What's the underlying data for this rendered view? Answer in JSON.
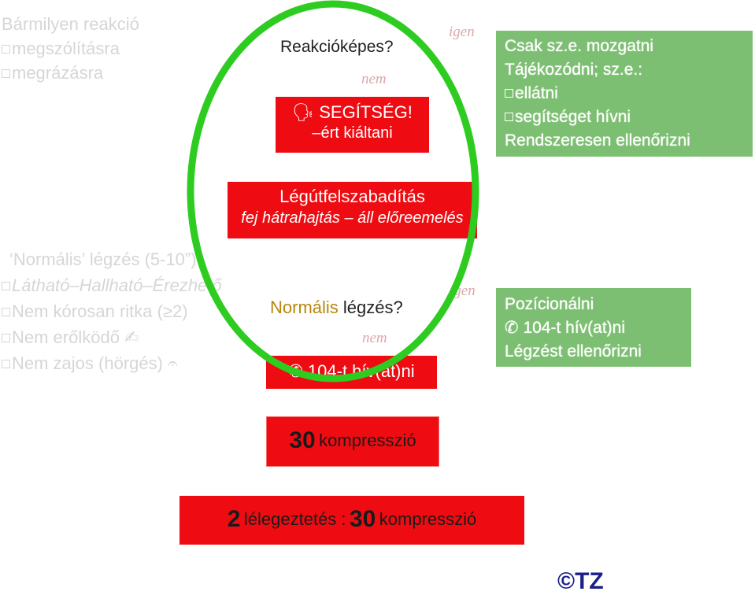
{
  "top_left": {
    "line1": "Bármilyen reakció",
    "line2": "megszólításra",
    "line3": "megrázásra"
  },
  "q1": {
    "question": "Reakcióképes?",
    "yes": "igen",
    "no": "nem",
    "help_title": "SEGÍTSÉG!",
    "help_sub": "–ért kiáltani"
  },
  "green1": {
    "line1": "Csak sz.e. mozgatni",
    "line2": "Tájékozódni; sz.e.:",
    "line3": "ellátni",
    "line4": "segítséget hívni",
    "line5": "Rendszeresen ellenőrizni"
  },
  "airway": {
    "title": "Légútfelszabadítás",
    "sub": "fej hátrahajtás – áll előreemelés"
  },
  "mid_left": {
    "line1": "‘Normális’ légzés (5-10”)",
    "line2": "Látható–Hallható–Érezhető",
    "line3": "Nem kórosan ritka (≥2)",
    "line4": "Nem erőlködő",
    "line5": "Nem zajos (hörgés)"
  },
  "q2": {
    "question_word": "Normális",
    "question_rest": "légzés?",
    "yes": "igen",
    "no": "nem",
    "call": "104-t hív(at)ni"
  },
  "green2": {
    "line1": "Pozícionálni",
    "line2": "104-t hív(at)ni",
    "line3": "Légzést ellenőrizni"
  },
  "compress": {
    "number": "30",
    "label": "kompresszió"
  },
  "ventilate": {
    "n1": "2",
    "label1": "lélegeztetés :",
    "n2": "30",
    "label2": "kompresszió"
  },
  "copyright": "©TZ",
  "colors": {
    "red": "#ee0c12",
    "green_box": "#7dbf72",
    "circle": "#2ecc21",
    "ghost_text": "#d6d6d6"
  }
}
